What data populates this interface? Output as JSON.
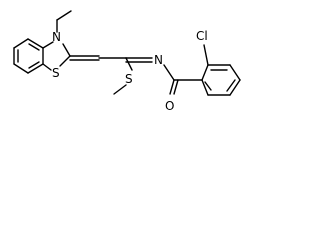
{
  "molecule": {
    "atoms": {
      "n_thiazole": "N",
      "s_thiazole": "S",
      "s_methylthio": "S",
      "n_imine": "N",
      "o_carbonyl": "O",
      "cl_chloro": "Cl"
    }
  }
}
